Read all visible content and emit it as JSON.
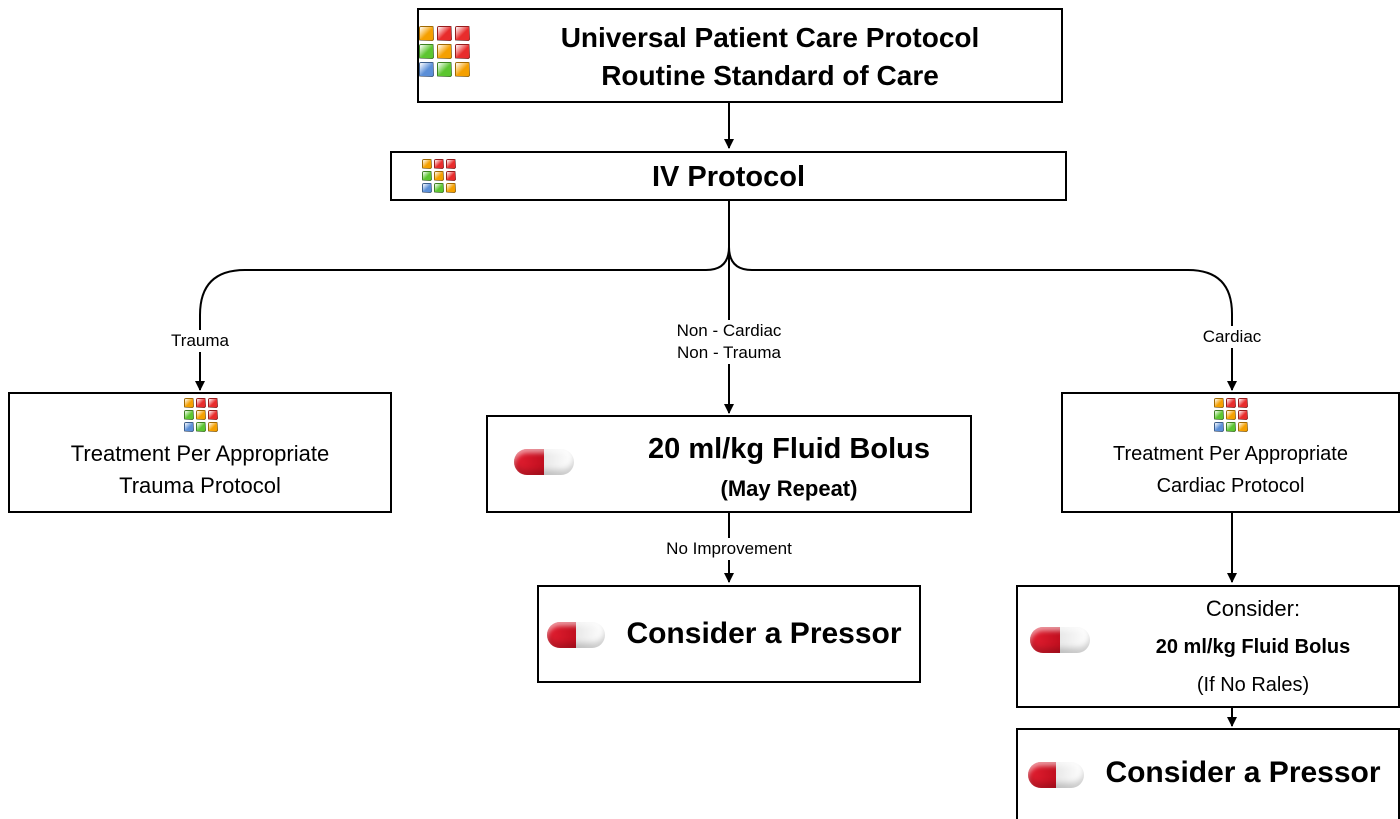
{
  "icons": {
    "protocol_grid": "protocol-grid-icon",
    "medication": "medication-capsule-icon",
    "grid_colors": [
      "#f5a000",
      "#e82c2c",
      "#e82c2c",
      "#5cc630",
      "#f5a000",
      "#e82c2c",
      "#5b8fd8",
      "#5cc630",
      "#f5a000"
    ],
    "capsule_colors": {
      "red": "#e41f31",
      "white": "#ffffff"
    }
  },
  "nodes": {
    "universal": {
      "line1": "Universal Patient Care Protocol",
      "line2": "Routine Standard of Care"
    },
    "iv": {
      "label": "IV Protocol"
    },
    "trauma": {
      "line1": "Treatment Per Appropriate",
      "line2": "Trauma Protocol"
    },
    "bolus": {
      "line1": "20 ml/kg Fluid Bolus",
      "line2": "(May Repeat)"
    },
    "cardiac": {
      "line1": "Treatment Per Appropriate",
      "line2": "Cardiac Protocol"
    },
    "pressor_mid": {
      "label": "Consider a Pressor"
    },
    "cardiac_consider": {
      "line1": "Consider:",
      "line2": "20 ml/kg Fluid Bolus",
      "line3": "(If No Rales)"
    },
    "pressor_right": {
      "label": "Consider a Pressor"
    }
  },
  "edge_labels": {
    "trauma": "Trauma",
    "noncardiac_line1": "Non - Cardiac",
    "noncardiac_line2": "Non - Trauma",
    "cardiac": "Cardiac",
    "no_improvement": "No Improvement"
  }
}
